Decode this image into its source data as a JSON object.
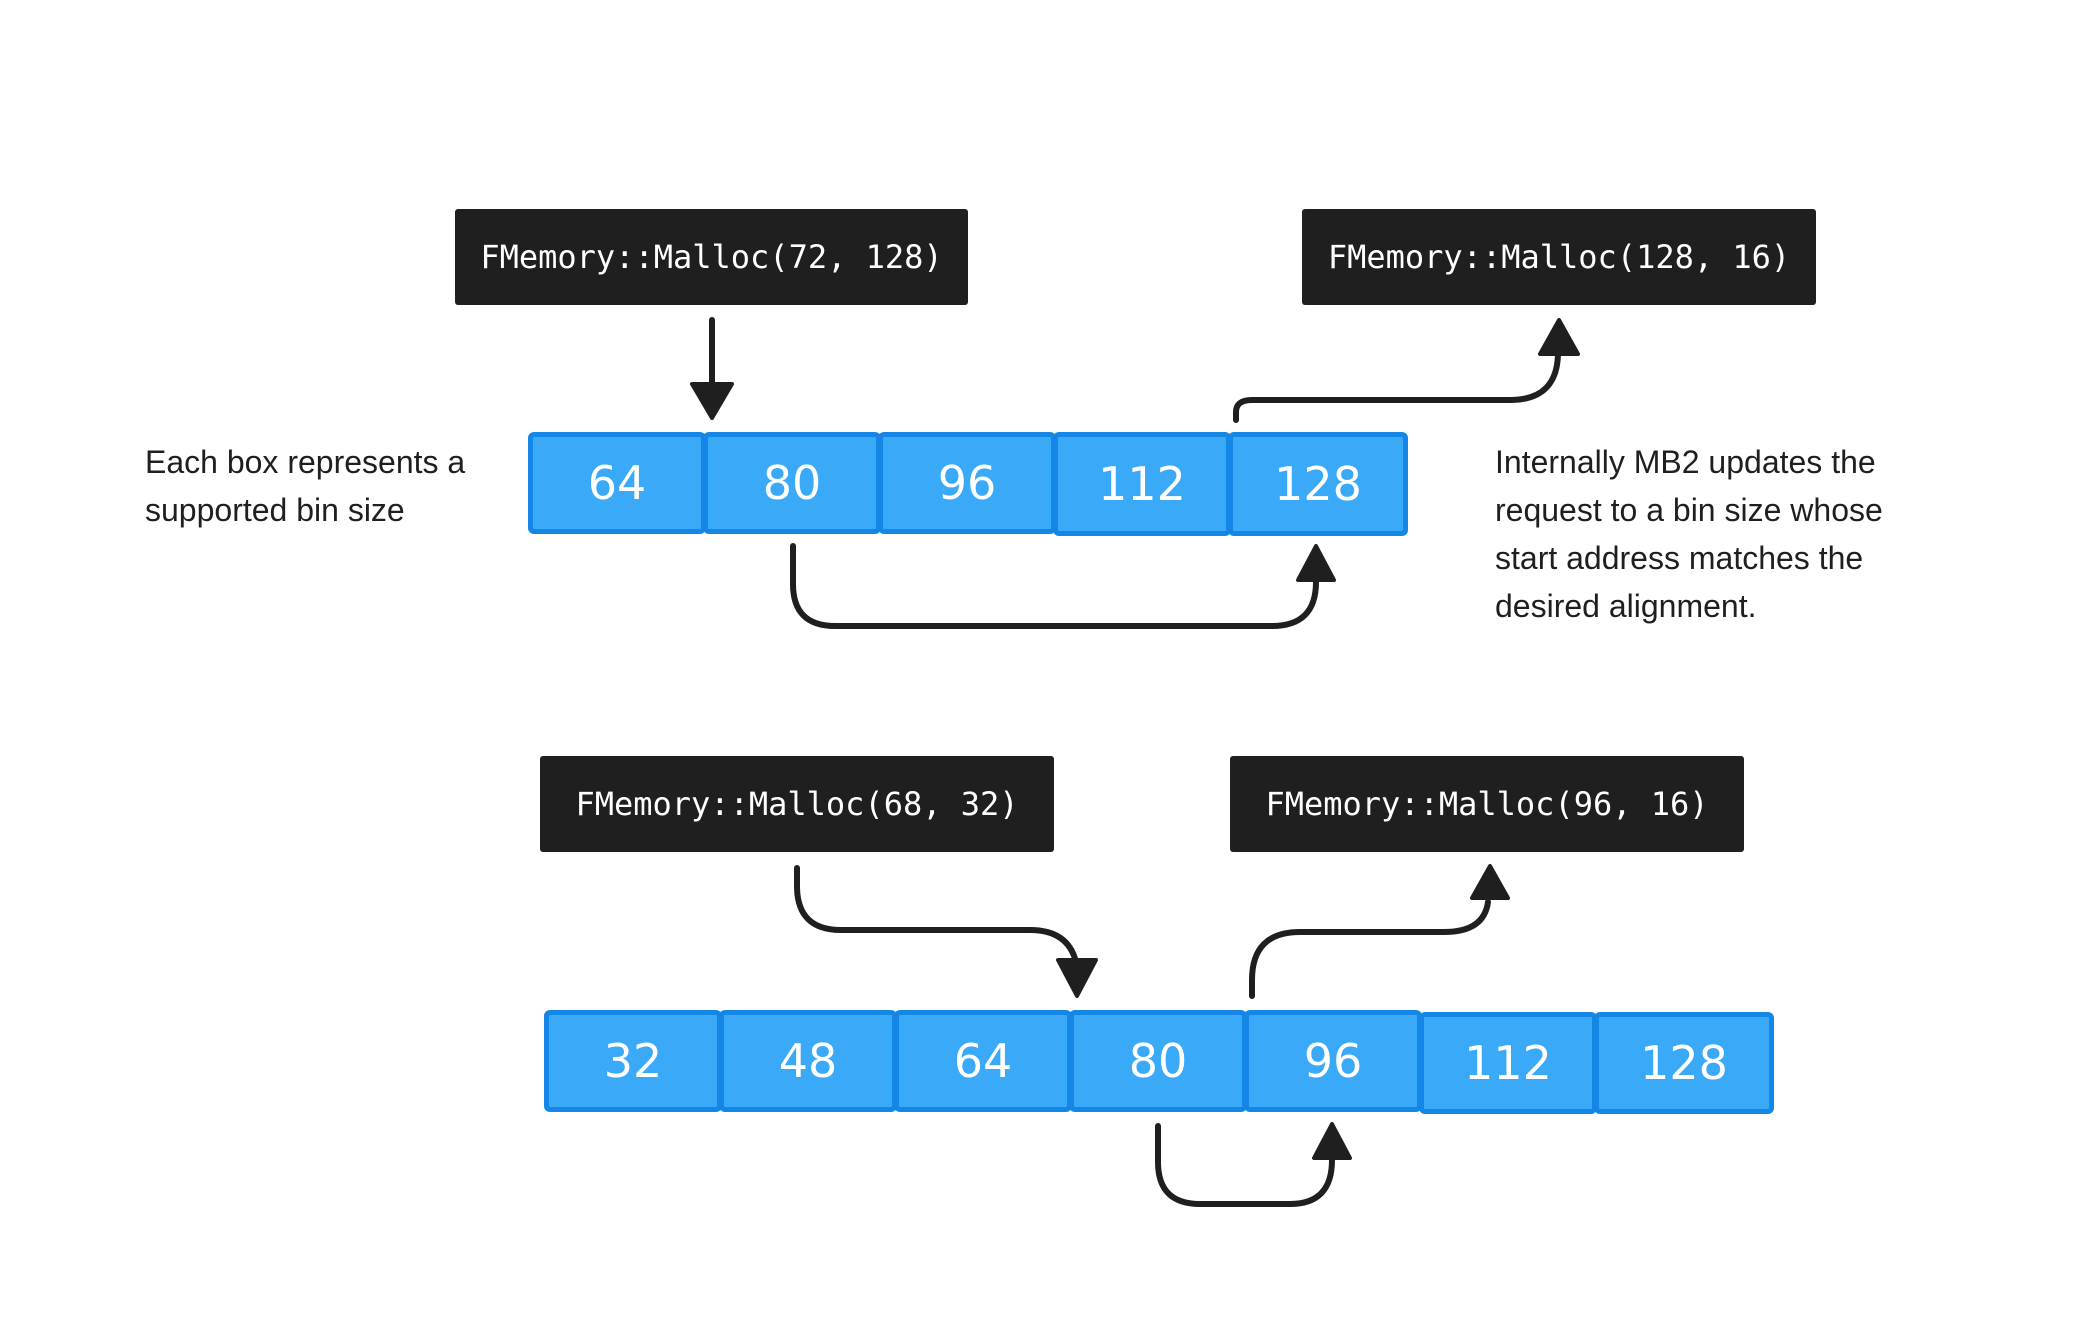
{
  "diagram_1": {
    "call_left": "FMemory::Malloc(72, 128)",
    "call_right": "FMemory::Malloc(128, 16)",
    "bins": [
      "64",
      "80",
      "96",
      "112",
      "128"
    ]
  },
  "diagram_2": {
    "call_left": "FMemory::Malloc(68, 32)",
    "call_right": "FMemory::Malloc(96, 16)",
    "bins": [
      "32",
      "48",
      "64",
      "80",
      "96",
      "112",
      "128"
    ]
  },
  "notes": {
    "left": [
      "Each box represents a",
      "supported bin size"
    ],
    "right": [
      "Internally MB2 updates the",
      "request to a bin size whose",
      "start address matches the",
      "desired alignment."
    ]
  },
  "colors": {
    "bin_fill": "#3aa9f8",
    "bin_border": "#1486e6",
    "call_box_bg": "#1f1f1f",
    "arrow": "#1f1f1f"
  }
}
